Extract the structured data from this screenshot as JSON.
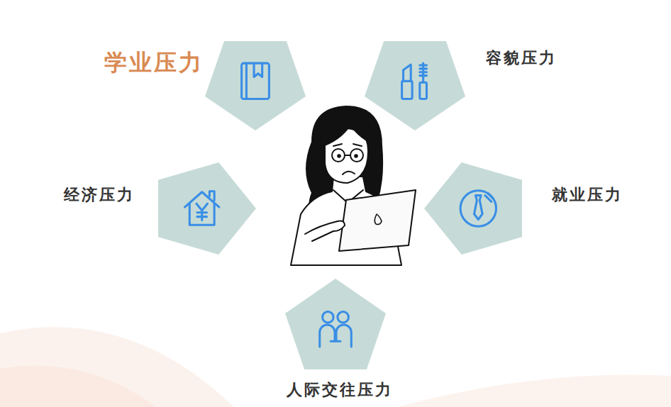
{
  "diagram": {
    "nodes": [
      {
        "text": [
          "学业压力"
        ]
      },
      {
        "text": [
          "容貌压力"
        ]
      },
      {
        "text": [
          "经济压力"
        ]
      },
      {
        "text": [
          "就业压力"
        ]
      },
      {
        "text": [
          "人际交往压力"
        ]
      }
    ]
  }
}
